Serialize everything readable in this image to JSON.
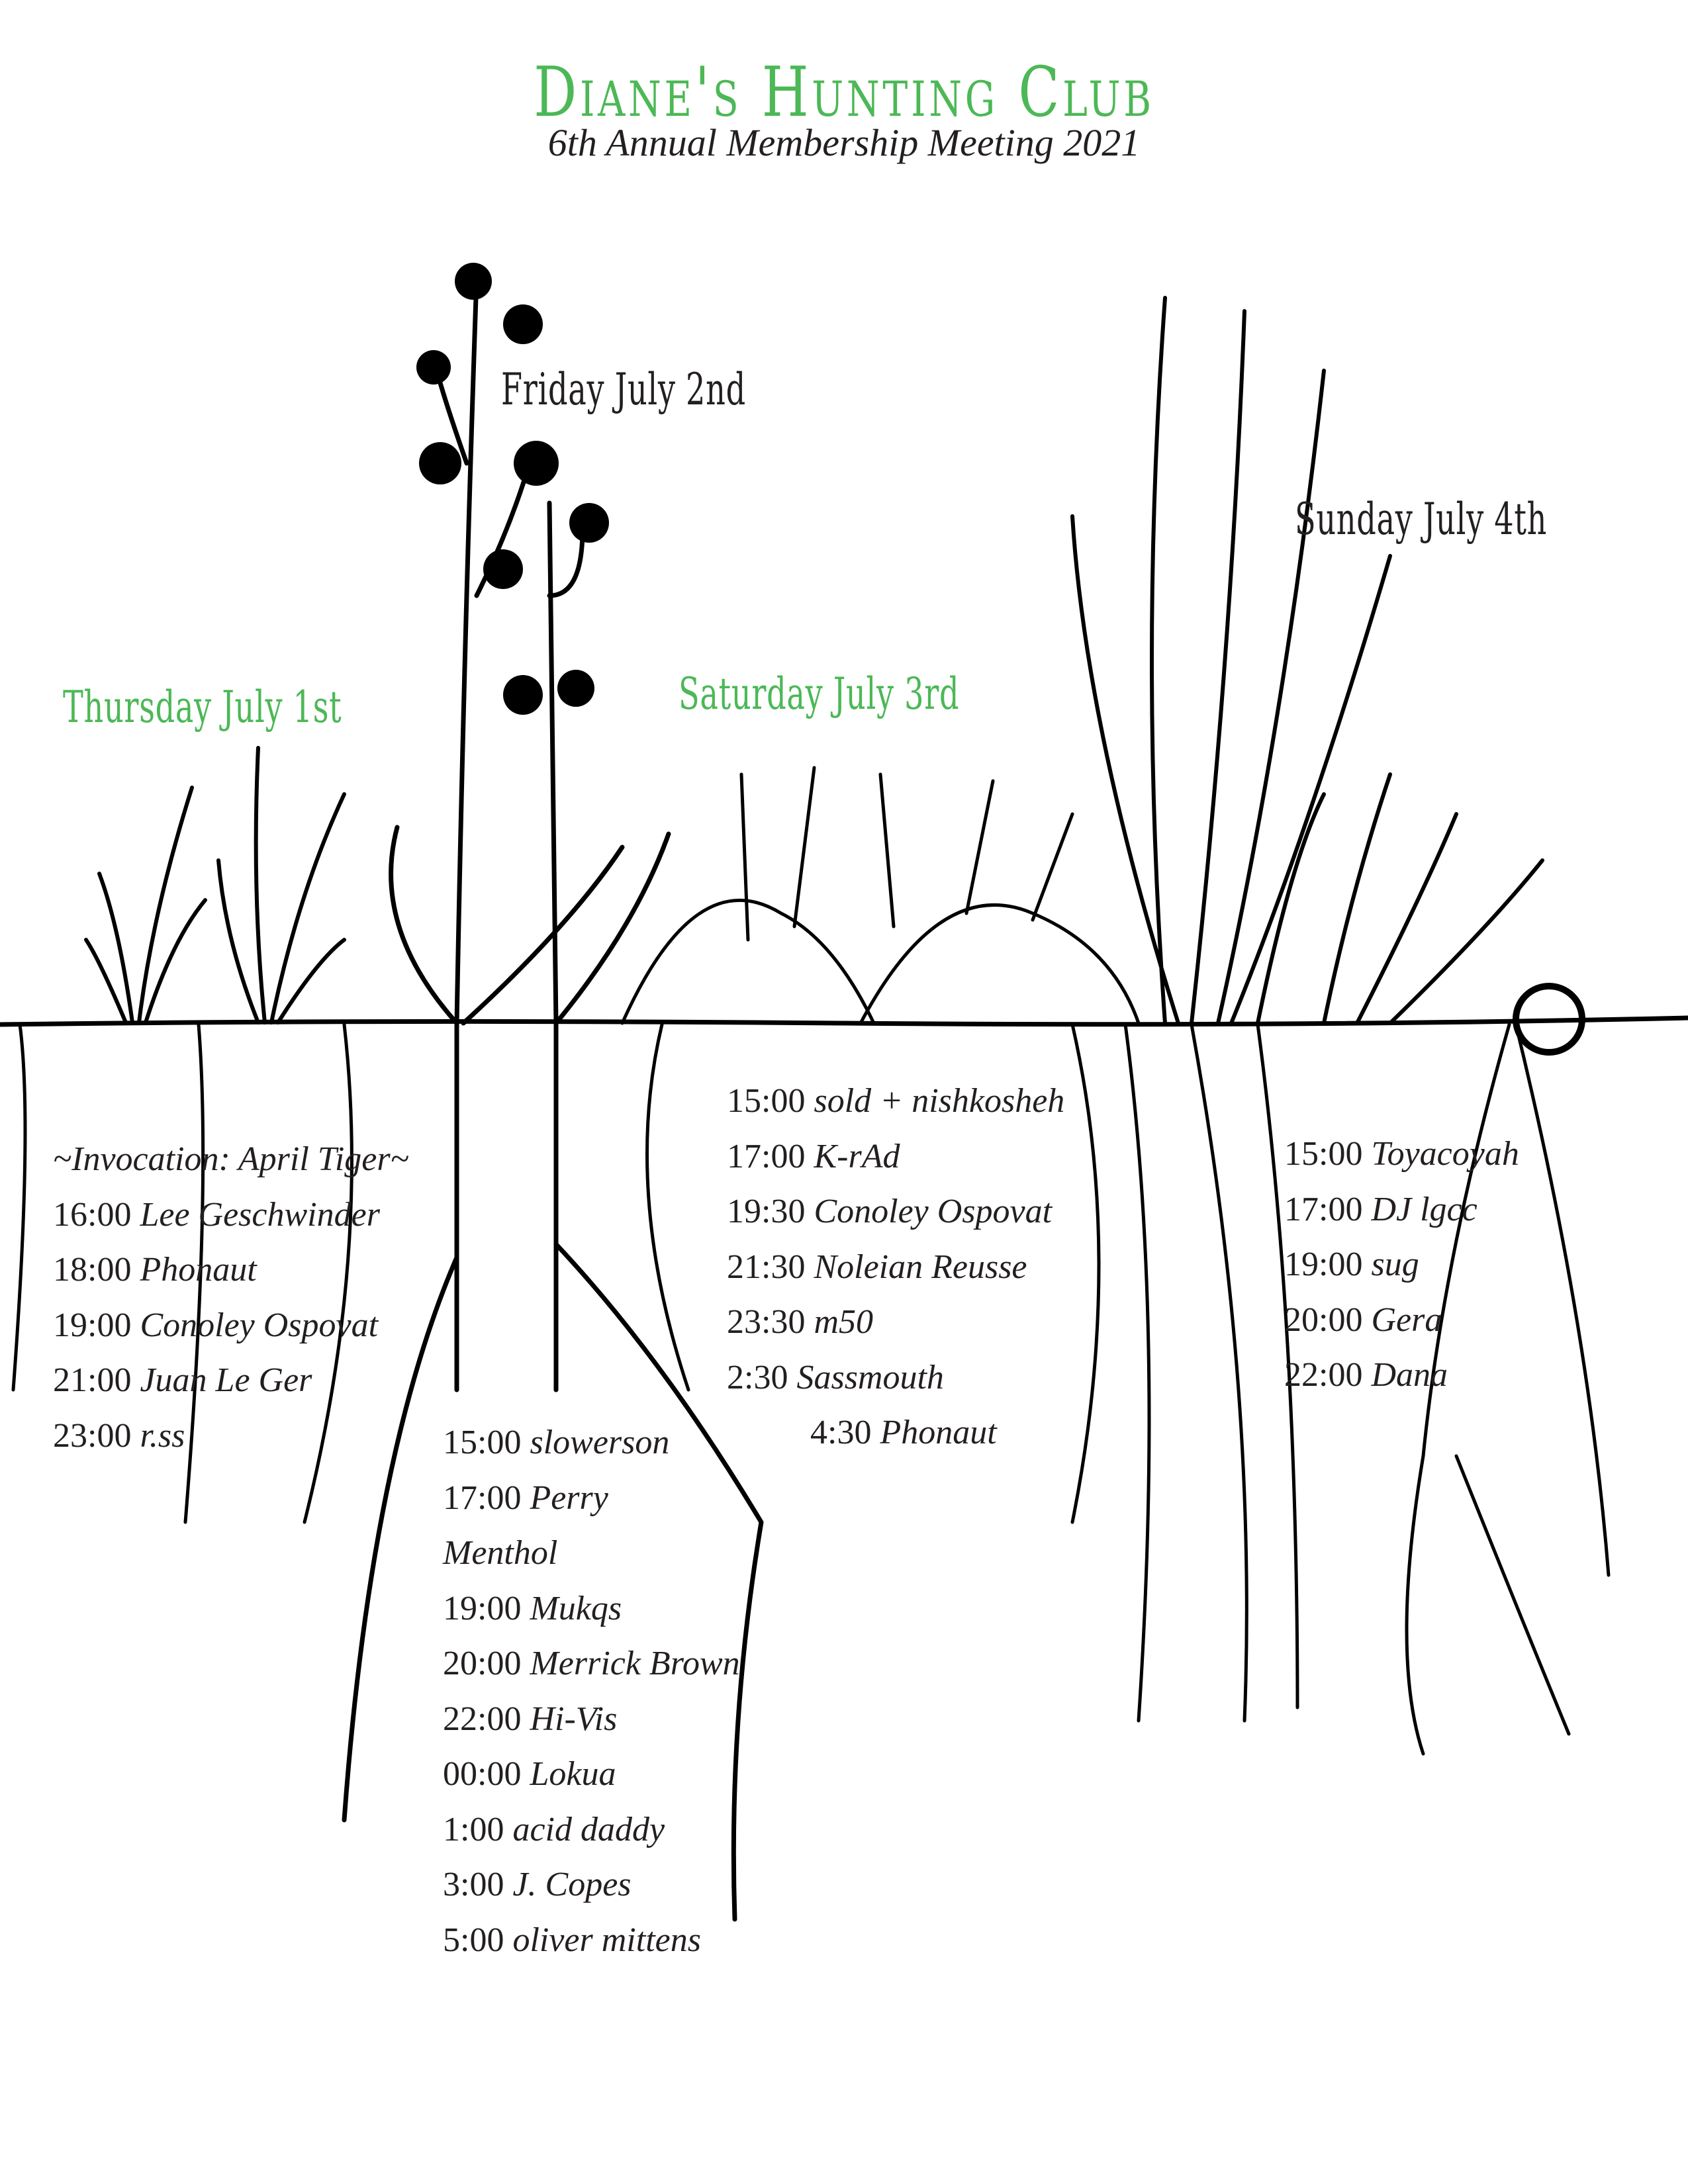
{
  "header": {
    "title": "Diane's Hunting Club",
    "subtitle": "6th Annual Membership Meeting 2021"
  },
  "colors": {
    "accent": "#4cb856",
    "ink": "#231f20"
  },
  "days": [
    {
      "label": "Thursday July 1st",
      "items": [
        {
          "time": "",
          "name": "~Invocation: April Tiger~"
        },
        {
          "time": "16:00",
          "name": "Lee Geschwinder"
        },
        {
          "time": "18:00",
          "name": "Phonaut"
        },
        {
          "time": "19:00",
          "name": "Conoley Ospovat"
        },
        {
          "time": "21:00",
          "name": "Juan Le Ger"
        },
        {
          "time": "23:00",
          "name": "r.ss"
        }
      ]
    },
    {
      "label": "Friday July 2nd",
      "items": [
        {
          "time": "15:00",
          "name": "slowerson"
        },
        {
          "time": "17:00",
          "name": "Perry"
        },
        {
          "time": "",
          "name": "Menthol"
        },
        {
          "time": "19:00",
          "name": "Mukqs"
        },
        {
          "time": "20:00",
          "name": "Merrick Brown"
        },
        {
          "time": "22:00",
          "name": "Hi-Vis"
        },
        {
          "time": "00:00",
          "name": "Lokua"
        },
        {
          "time": "1:00",
          "name": "acid daddy"
        },
        {
          "time": "3:00",
          "name": "J. Copes"
        },
        {
          "time": "5:00",
          "name": "oliver mittens"
        }
      ]
    },
    {
      "label": "Saturday July 3rd",
      "items": [
        {
          "time": "15:00",
          "name": "sold + nishkosheh"
        },
        {
          "time": "17:00",
          "name": "K-rAd"
        },
        {
          "time": "19:30",
          "name": "Conoley Ospovat"
        },
        {
          "time": "21:30",
          "name": "Noleian Reusse"
        },
        {
          "time": "23:30",
          "name": "m50"
        },
        {
          "time": "2:30",
          "name": "Sassmouth"
        },
        {
          "time": "4:30",
          "name": "Phonaut"
        }
      ]
    },
    {
      "label": "Sunday July 4th",
      "items": [
        {
          "time": "15:00",
          "name": "Toyacoyah"
        },
        {
          "time": "17:00",
          "name": "DJ lgcc"
        },
        {
          "time": "19:00",
          "name": "sug"
        },
        {
          "time": "20:00",
          "name": "Gera"
        },
        {
          "time": "22:00",
          "name": "Dana"
        }
      ]
    }
  ]
}
